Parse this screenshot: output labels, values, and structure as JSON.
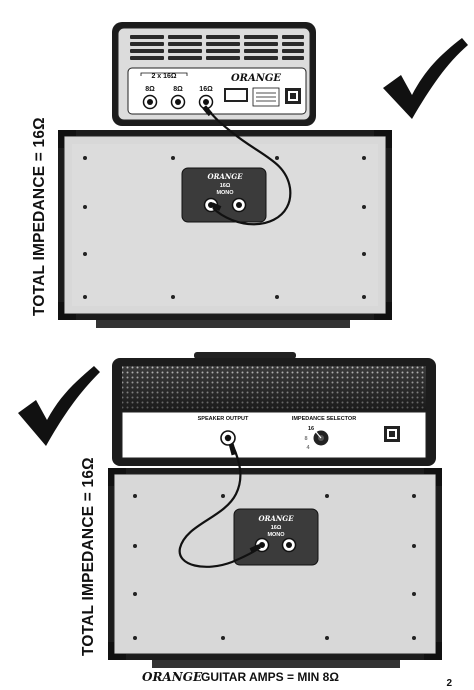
{
  "top_setup": {
    "impedance_label": "TOTAL IMPEDANCE = 16Ω",
    "amp": {
      "brand": "ORANGE",
      "outputs_group_label": "2 x 16Ω",
      "jack_labels": [
        "8Ω",
        "8Ω",
        "16Ω"
      ]
    },
    "cab": {
      "brand": "ORANGE",
      "impedance": "16Ω",
      "mode": "MONO"
    }
  },
  "bottom_setup": {
    "impedance_label": "TOTAL IMPEDANCE = 16Ω",
    "amp": {
      "speaker_output_label": "SPEAKER OUTPUT",
      "impedance_selector_label": "IMPEDANCE SELECTOR",
      "selector_values": [
        "16",
        "8",
        "4"
      ]
    },
    "cab": {
      "brand": "ORANGE",
      "impedance": "16Ω",
      "mode": "MONO"
    }
  },
  "footer": {
    "brand": "ORANGE",
    "text": "GUITAR AMPS = MIN 8Ω",
    "page_number": "2"
  }
}
